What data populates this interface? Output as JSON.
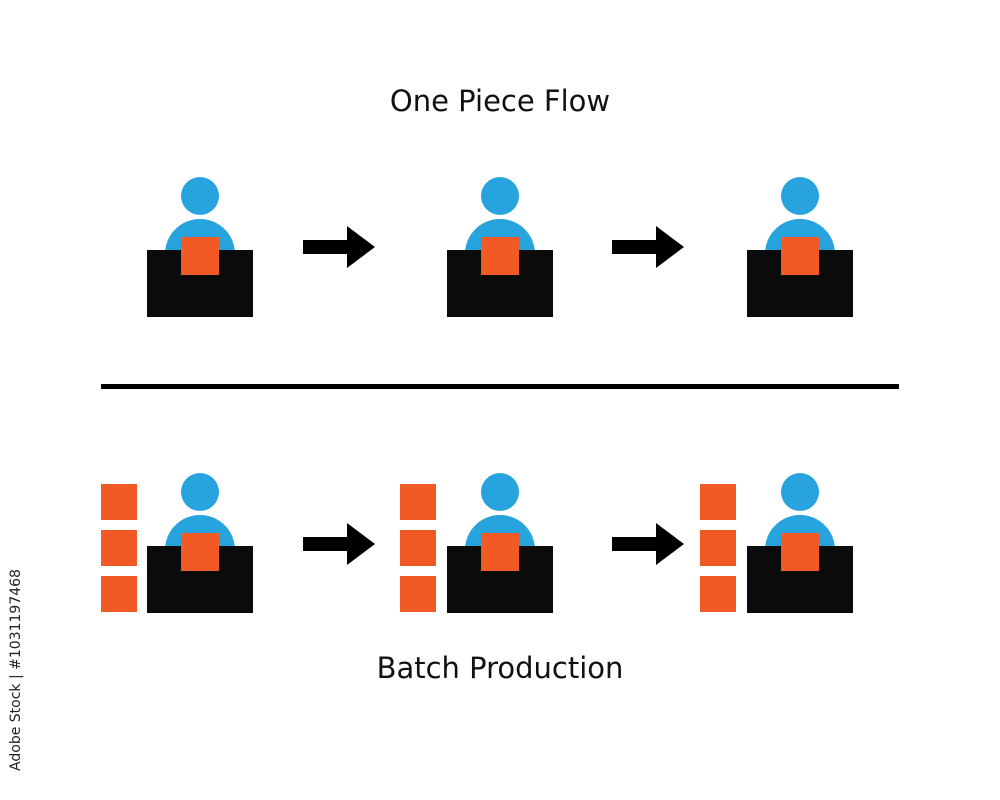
{
  "title_top": "One Piece Flow",
  "title_bottom": "Batch Production",
  "watermark": "Adobe Stock | #1031197468",
  "colors": {
    "person": "#27a3dd",
    "desk": "#0b0b0b",
    "piece": "#f15a24",
    "arrow": "#000000",
    "divider": "#000000"
  },
  "one_piece_flow": {
    "stations": 3,
    "pieces_per_station": 1
  },
  "batch_production": {
    "stations": 3,
    "queued_pieces_per_station": 3
  }
}
